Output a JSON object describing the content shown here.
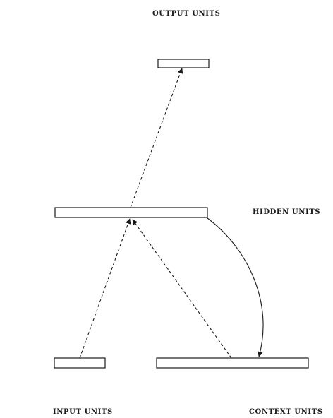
{
  "labels": {
    "output": "OUTPUT UNITS",
    "hidden": "HIDDEN UNITS",
    "input": "INPUT UNITS",
    "context": "CONTEXT UNITS"
  },
  "colors": {
    "stroke": "#1a1a1a",
    "box_fill": "#ffffff"
  }
}
